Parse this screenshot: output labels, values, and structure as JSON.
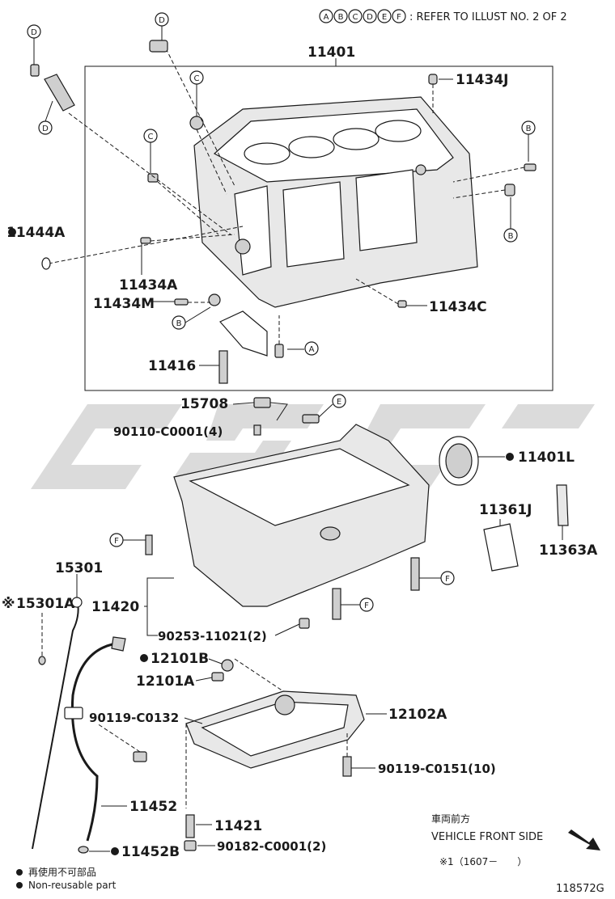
{
  "header": {
    "ref_letters": [
      "A",
      "B",
      "C",
      "D",
      "E",
      "F"
    ],
    "refer_text": ": REFER TO ILLUST NO. 2 OF 2"
  },
  "parts": {
    "p11401": "11401",
    "p11434J": "11434J",
    "p11444A": "11444A",
    "p11434A": "11434A",
    "p11434M": "11434M",
    "p11434C": "11434C",
    "p11416": "11416",
    "p15708": "15708",
    "p90110": "90110-C0001(4)",
    "p11401L": "11401L",
    "p11361J": "11361J",
    "p11363A": "11363A",
    "p15301": "15301",
    "p15301A": "15301A",
    "p11420": "11420",
    "p90253": "90253-11021(2)",
    "p12101B": "12101B",
    "p12101A": "12101A",
    "p90119a": "90119-C0132",
    "p12102A": "12102A",
    "p90119b": "90119-C0151(10)",
    "p11452": "11452",
    "p11421": "11421",
    "p90182": "90182-C0001(2)",
    "p11452B": "11452B"
  },
  "callouts": {
    "D": "D",
    "C": "C",
    "B": "B",
    "A": "A",
    "E": "E",
    "F": "F"
  },
  "notes": {
    "ref_mark": "※",
    "front_cjk": "車両前方",
    "front_en": "VEHICLE FRONT SIDE",
    "date_range": "※1（1607－　　）",
    "legend_cjk": "再使用不可部品",
    "legend_en": "Non-reusable part",
    "illustration_id": "118572G"
  }
}
